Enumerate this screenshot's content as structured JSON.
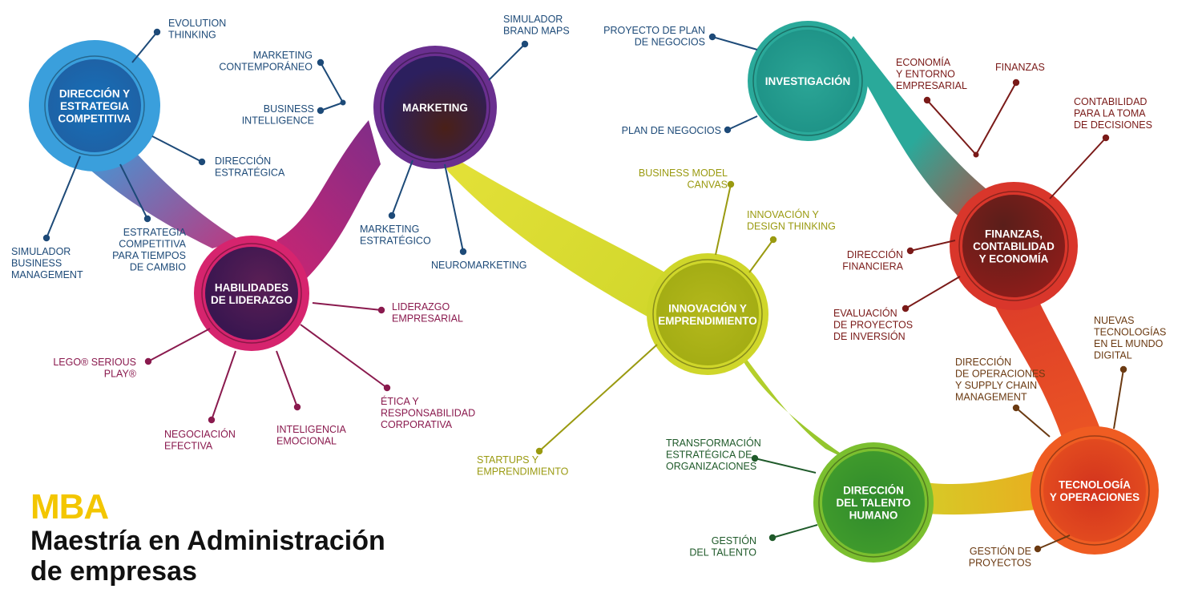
{
  "brand": {
    "acronym": "MBA",
    "title_line1": "Maestría en Administración",
    "title_line2": "de empresas"
  },
  "colors": {
    "direccion": "#3a9fdc",
    "habilidades": "#d6246e",
    "marketing": "#6a2f8f",
    "innovacion": "#cfd62a",
    "investigacion": "#2aa99a",
    "finanzas": "#d9362b",
    "talento": "#7bbf2f",
    "tecnologia": "#ef5c22"
  },
  "hubs": [
    {
      "id": "direccion",
      "lines": [
        "DIRECCIÓN Y",
        "ESTRATEGIA",
        "COMPETITIVA"
      ]
    },
    {
      "id": "habilidades",
      "lines": [
        "HABILIDADES",
        "DE LIDERAZGO"
      ]
    },
    {
      "id": "marketing",
      "lines": [
        "MARKETING"
      ]
    },
    {
      "id": "innovacion",
      "lines": [
        "INNOVACIÓN Y",
        "EMPRENDIMIENTO"
      ]
    },
    {
      "id": "investigacion",
      "lines": [
        "INVESTIGACIÓN"
      ]
    },
    {
      "id": "finanzas",
      "lines": [
        "FINANZAS,",
        "CONTABILIDAD",
        "Y ECONOMÍA"
      ]
    },
    {
      "id": "talento",
      "lines": [
        "DIRECCIÓN",
        "DEL TALENTO",
        "HUMANO"
      ]
    },
    {
      "id": "tecnologia",
      "lines": [
        "TECNOLOGÍA",
        "Y OPERACIONES"
      ]
    }
  ],
  "topics": [
    {
      "hub": "direccion",
      "lines": [
        "EVOLUTION",
        "THINKING"
      ]
    },
    {
      "hub": "direccion",
      "lines": [
        "DIRECCIÓN",
        "ESTRATÉGICA"
      ]
    },
    {
      "hub": "direccion",
      "lines": [
        "SIMULADOR",
        "BUSINESS",
        "MANAGEMENT"
      ]
    },
    {
      "hub": "direccion",
      "lines": [
        "ESTRATEGIA",
        "COMPETITIVA",
        "PARA TIEMPOS",
        "DE CAMBIO"
      ]
    },
    {
      "hub": "marketing",
      "lines": [
        "MARKETING",
        "CONTEMPORÁNEO"
      ]
    },
    {
      "hub": "marketing",
      "lines": [
        "BUSINESS",
        "INTELLIGENCE"
      ]
    },
    {
      "hub": "marketing",
      "lines": [
        "SIMULADOR",
        "BRAND MAPS"
      ]
    },
    {
      "hub": "marketing",
      "lines": [
        "MARKETING",
        "ESTRATÉGICO"
      ]
    },
    {
      "hub": "marketing",
      "lines": [
        "NEUROMARKETING"
      ]
    },
    {
      "hub": "habilidades",
      "lines": [
        "LIDERAZGO",
        "EMPRESARIAL"
      ]
    },
    {
      "hub": "habilidades",
      "lines": [
        "LEGO® SERIOUS",
        "PLAY®"
      ]
    },
    {
      "hub": "habilidades",
      "lines": [
        "NEGOCIACIÓN",
        "EFECTIVA"
      ]
    },
    {
      "hub": "habilidades",
      "lines": [
        "INTELIGENCIA",
        "EMOCIONAL"
      ]
    },
    {
      "hub": "habilidades",
      "lines": [
        "ÉTICA Y",
        "RESPONSABILIDAD",
        "CORPORATIVA"
      ]
    },
    {
      "hub": "innovacion",
      "lines": [
        "BUSINESS MODEL",
        "CANVAS"
      ]
    },
    {
      "hub": "innovacion",
      "lines": [
        "INNOVACIÓN Y",
        "DESIGN THINKING"
      ]
    },
    {
      "hub": "innovacion",
      "lines": [
        "STARTUPS Y",
        "EMPRENDIMIENTO"
      ]
    },
    {
      "hub": "investigacion",
      "lines": [
        "PROYECTO DE PLAN",
        "DE NEGOCIOS"
      ]
    },
    {
      "hub": "investigacion",
      "lines": [
        "PLAN DE NEGOCIOS"
      ]
    },
    {
      "hub": "finanzas",
      "lines": [
        "ECONOMÍA",
        "Y ENTORNO",
        "EMPRESARIAL"
      ]
    },
    {
      "hub": "finanzas",
      "lines": [
        "FINANZAS"
      ]
    },
    {
      "hub": "finanzas",
      "lines": [
        "CONTABILIDAD",
        "PARA LA TOMA",
        "DE DECISIONES"
      ]
    },
    {
      "hub": "finanzas",
      "lines": [
        "DIRECCIÓN",
        "FINANCIERA"
      ]
    },
    {
      "hub": "finanzas",
      "lines": [
        "EVALUACIÓN",
        "DE PROYECTOS",
        "DE INVERSIÓN"
      ]
    },
    {
      "hub": "tecnologia",
      "lines": [
        "NUEVAS",
        "TECNOLOGÍAS",
        "EN EL MUNDO",
        "DIGITAL"
      ]
    },
    {
      "hub": "tecnologia",
      "lines": [
        "DIRECCIÓN",
        "DE OPERACIONES",
        "Y SUPPLY CHAIN",
        "MANAGEMENT"
      ]
    },
    {
      "hub": "tecnologia",
      "lines": [
        "GESTIÓN DE",
        "PROYECTOS"
      ]
    },
    {
      "hub": "talento",
      "lines": [
        "TRANSFORMACIÓN",
        "ESTRATÉGICA DE",
        "ORGANIZACIONES"
      ]
    },
    {
      "hub": "talento",
      "lines": [
        "GESTIÓN",
        "DEL TALENTO"
      ]
    }
  ]
}
